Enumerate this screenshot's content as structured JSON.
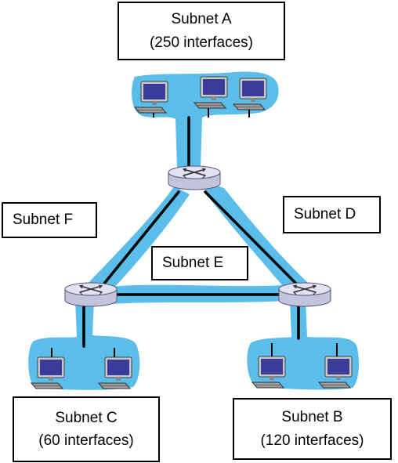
{
  "subnets": {
    "a": {
      "name": "Subnet A",
      "detail": "(250 interfaces)"
    },
    "b": {
      "name": "Subnet B",
      "detail": "(120 interfaces)"
    },
    "c": {
      "name": "Subnet C",
      "detail": "(60 interfaces)"
    },
    "d": {
      "name": "Subnet D"
    },
    "e": {
      "name": "Subnet E"
    },
    "f": {
      "name": "Subnet F"
    }
  },
  "colors": {
    "subnet_fill": "#5bbde9",
    "link": "#000000",
    "router_fill": "#dcdcf2",
    "router_stroke": "#555577",
    "monitor_screen": "#3b3b9a",
    "keyboard": "#9b9b9b"
  },
  "icons": {
    "router": "router-icon",
    "host": "desktop-computer-icon"
  }
}
